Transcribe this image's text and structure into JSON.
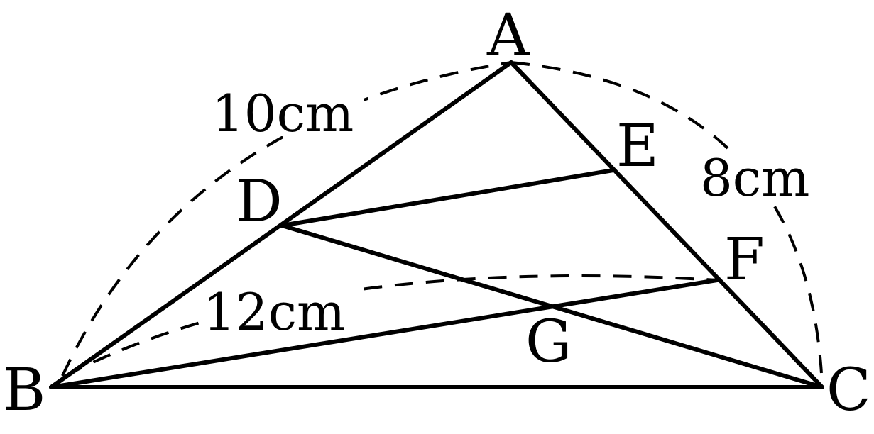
{
  "points": {
    "A": "A",
    "B": "B",
    "C": "C",
    "D": "D",
    "E": "E",
    "F": "F",
    "G": "G"
  },
  "measures": {
    "ab": "10cm",
    "ac": "8cm",
    "bf": "12cm"
  }
}
